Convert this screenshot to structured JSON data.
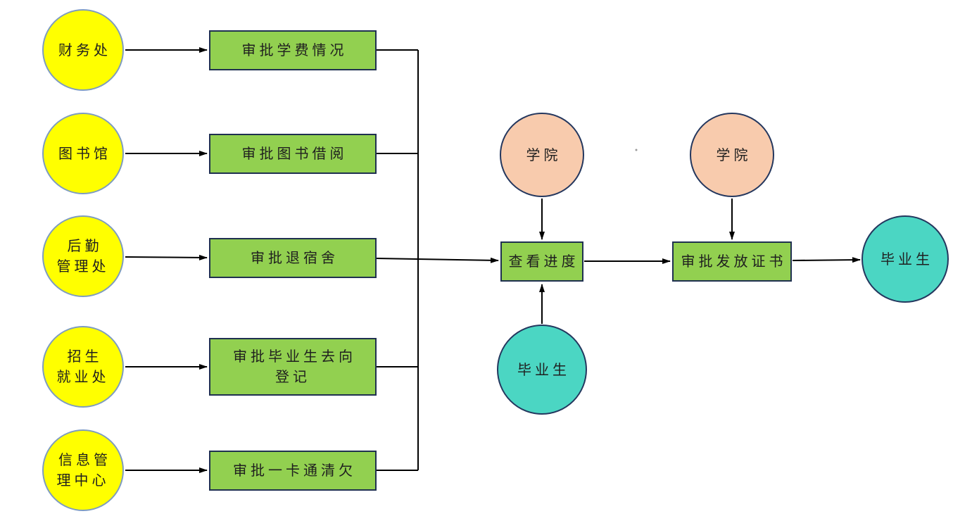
{
  "departments": [
    {
      "label": "财务处"
    },
    {
      "label": "图书馆"
    },
    {
      "label": "后勤\n管理处"
    },
    {
      "label": "招生\n就业处"
    },
    {
      "label": "信息管\n理中心"
    }
  ],
  "tasks": [
    {
      "label": "审批学费情况"
    },
    {
      "label": "审批图书借阅"
    },
    {
      "label": "审批退宿舍"
    },
    {
      "label": "审批毕业生去向\n登记"
    },
    {
      "label": "审批一卡通清欠"
    }
  ],
  "process": {
    "college_left": "学院",
    "college_right": "学院",
    "check_progress": "查看进度",
    "approve_certificate": "审批发放证书",
    "graduate_bottom": "毕业生",
    "graduate_right": "毕业生"
  },
  "colors": {
    "department_fill": "#FFFF00",
    "department_border": "#7E9CC0",
    "task_fill": "#92D050",
    "task_border": "#1F3050",
    "college_fill": "#F8CBAD",
    "college_border": "#24375E",
    "graduate_fill": "#4BD6C3",
    "graduate_border": "#24375E",
    "connector": "#000000"
  }
}
